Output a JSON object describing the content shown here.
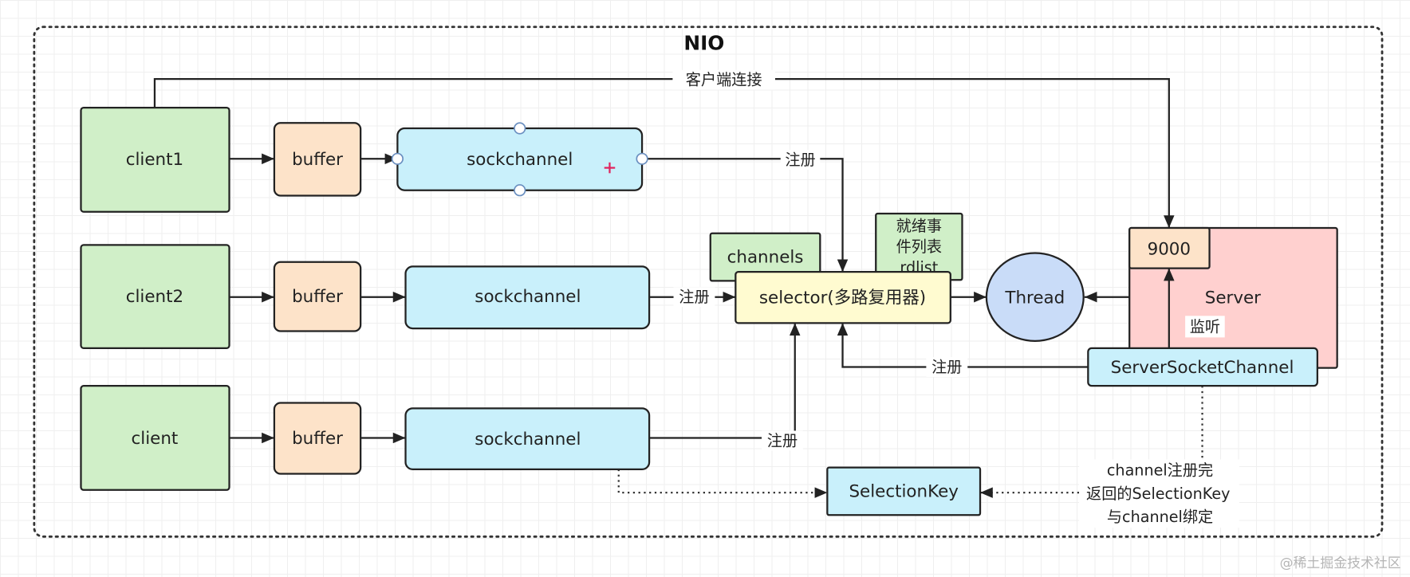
{
  "title": "NIO",
  "clients": [
    "client1",
    "client2",
    "client"
  ],
  "buffers": [
    "buffer",
    "buffer",
    "buffer"
  ],
  "sockchannels": [
    "sockchannel",
    "sockchannel",
    "sockchannel"
  ],
  "channels": "channels",
  "rdlist": [
    "就绪事",
    "件列表",
    "rdlist"
  ],
  "selector": "selector(多路复用器)",
  "thread": "Thread",
  "server": "Server",
  "port": "9000",
  "listen": "监听",
  "server_socket_channel": "ServerSocketChannel",
  "selection_key": "SelectionKey",
  "edge_labels": {
    "client_connect": "客户端连接",
    "register": "注册"
  },
  "note": [
    "channel注册完",
    "返回的SelectionKey",
    "与channel绑定"
  ],
  "watermark": "@稀土掘金技术社区",
  "colors": {
    "client": "#d0efc8",
    "buffer": "#fde3c9",
    "channel": "#c9f0fb",
    "selector": "#fffbd0",
    "thread": "#c9dcf8",
    "server": "#ffd0cf",
    "cursor": "#e0245e"
  }
}
